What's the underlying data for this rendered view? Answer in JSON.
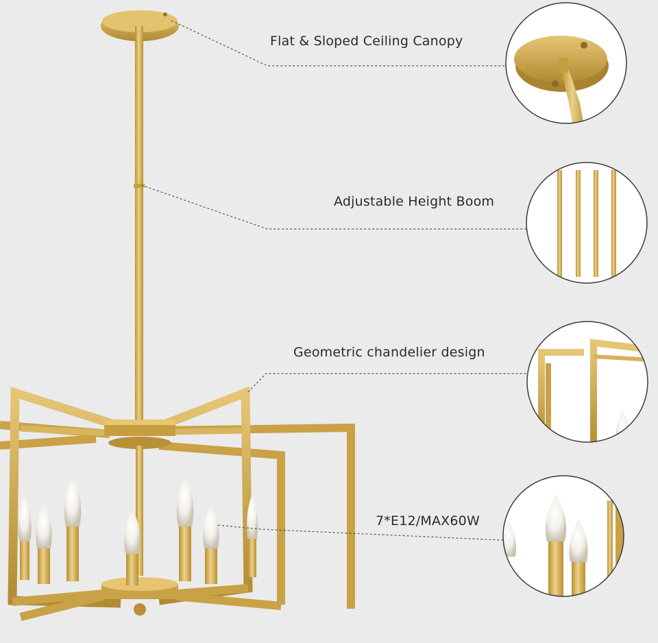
{
  "callouts": [
    {
      "id": "canopy",
      "label": "Flat & Sloped Ceiling Canopy"
    },
    {
      "id": "boom",
      "label": "Adjustable Height Boom"
    },
    {
      "id": "design",
      "label": "Geometric chandelier design"
    },
    {
      "id": "bulbs",
      "label": "7*E12/MAX60W"
    }
  ],
  "colors": {
    "background": "#ebebeb",
    "gold": "#d4ac4f",
    "gold_dark": "#a8822e",
    "gold_light": "#ecd08a",
    "circle_fill": "#ffffff",
    "circle_stroke": "#3a3a3a",
    "leader": "#555555"
  }
}
